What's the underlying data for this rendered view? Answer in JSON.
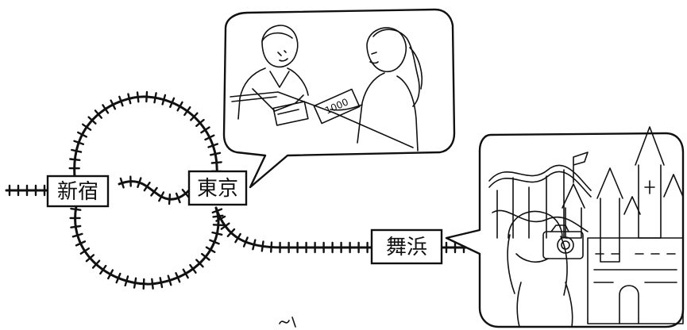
{
  "stations": {
    "shinjuku": "新宿",
    "tokyo": "東京",
    "maihama": "舞浜"
  },
  "banknote": "1000"
}
